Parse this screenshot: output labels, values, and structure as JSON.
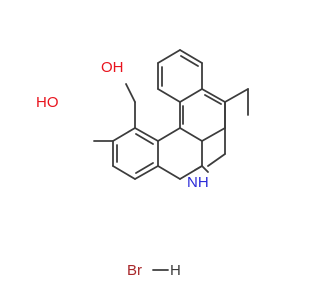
{
  "molecule": {
    "atoms": {
      "oh_top": "OH",
      "oh_left": "HO",
      "nh": "NH"
    },
    "salt": {
      "br": "Br",
      "h": "H"
    },
    "colors": {
      "bond": "#3c3c3c",
      "oxygen": "#e8141e",
      "nitrogen": "#2b2bd8",
      "bromine": "#a8282b"
    }
  }
}
